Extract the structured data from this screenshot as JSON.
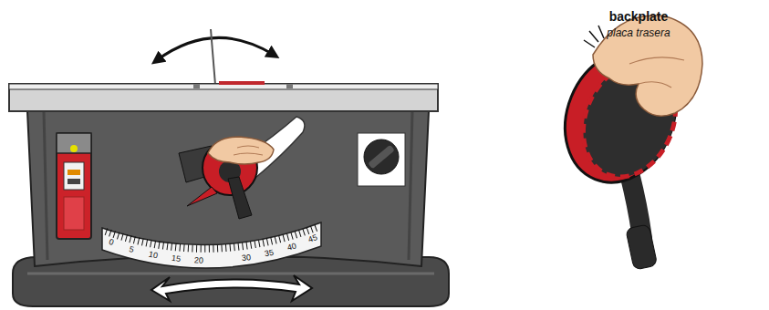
{
  "diagram": {
    "labels": [
      "backplate",
      "placa trasera",
      "0",
      "5",
      "10",
      "15",
      "20",
      "30",
      "35",
      "40",
      "45"
    ]
  }
}
